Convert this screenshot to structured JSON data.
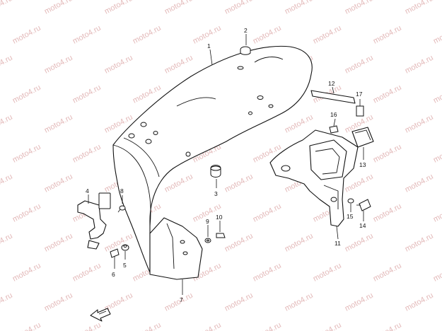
{
  "diagram": {
    "watermark_text": "moto4.ru",
    "callouts": [
      {
        "id": "c1",
        "label": "1"
      },
      {
        "id": "c2",
        "label": "2"
      },
      {
        "id": "c3",
        "label": "3"
      },
      {
        "id": "c4",
        "label": "4"
      },
      {
        "id": "c5",
        "label": "5"
      },
      {
        "id": "c6",
        "label": "6"
      },
      {
        "id": "c7",
        "label": "7"
      },
      {
        "id": "c8",
        "label": "8"
      },
      {
        "id": "c9",
        "label": "9"
      },
      {
        "id": "c10",
        "label": "10"
      },
      {
        "id": "c11",
        "label": "11"
      },
      {
        "id": "c12",
        "label": "12"
      },
      {
        "id": "c13",
        "label": "13"
      },
      {
        "id": "c14",
        "label": "14"
      },
      {
        "id": "c15",
        "label": "15"
      },
      {
        "id": "c16",
        "label": "16"
      },
      {
        "id": "c17",
        "label": "17"
      }
    ]
  }
}
